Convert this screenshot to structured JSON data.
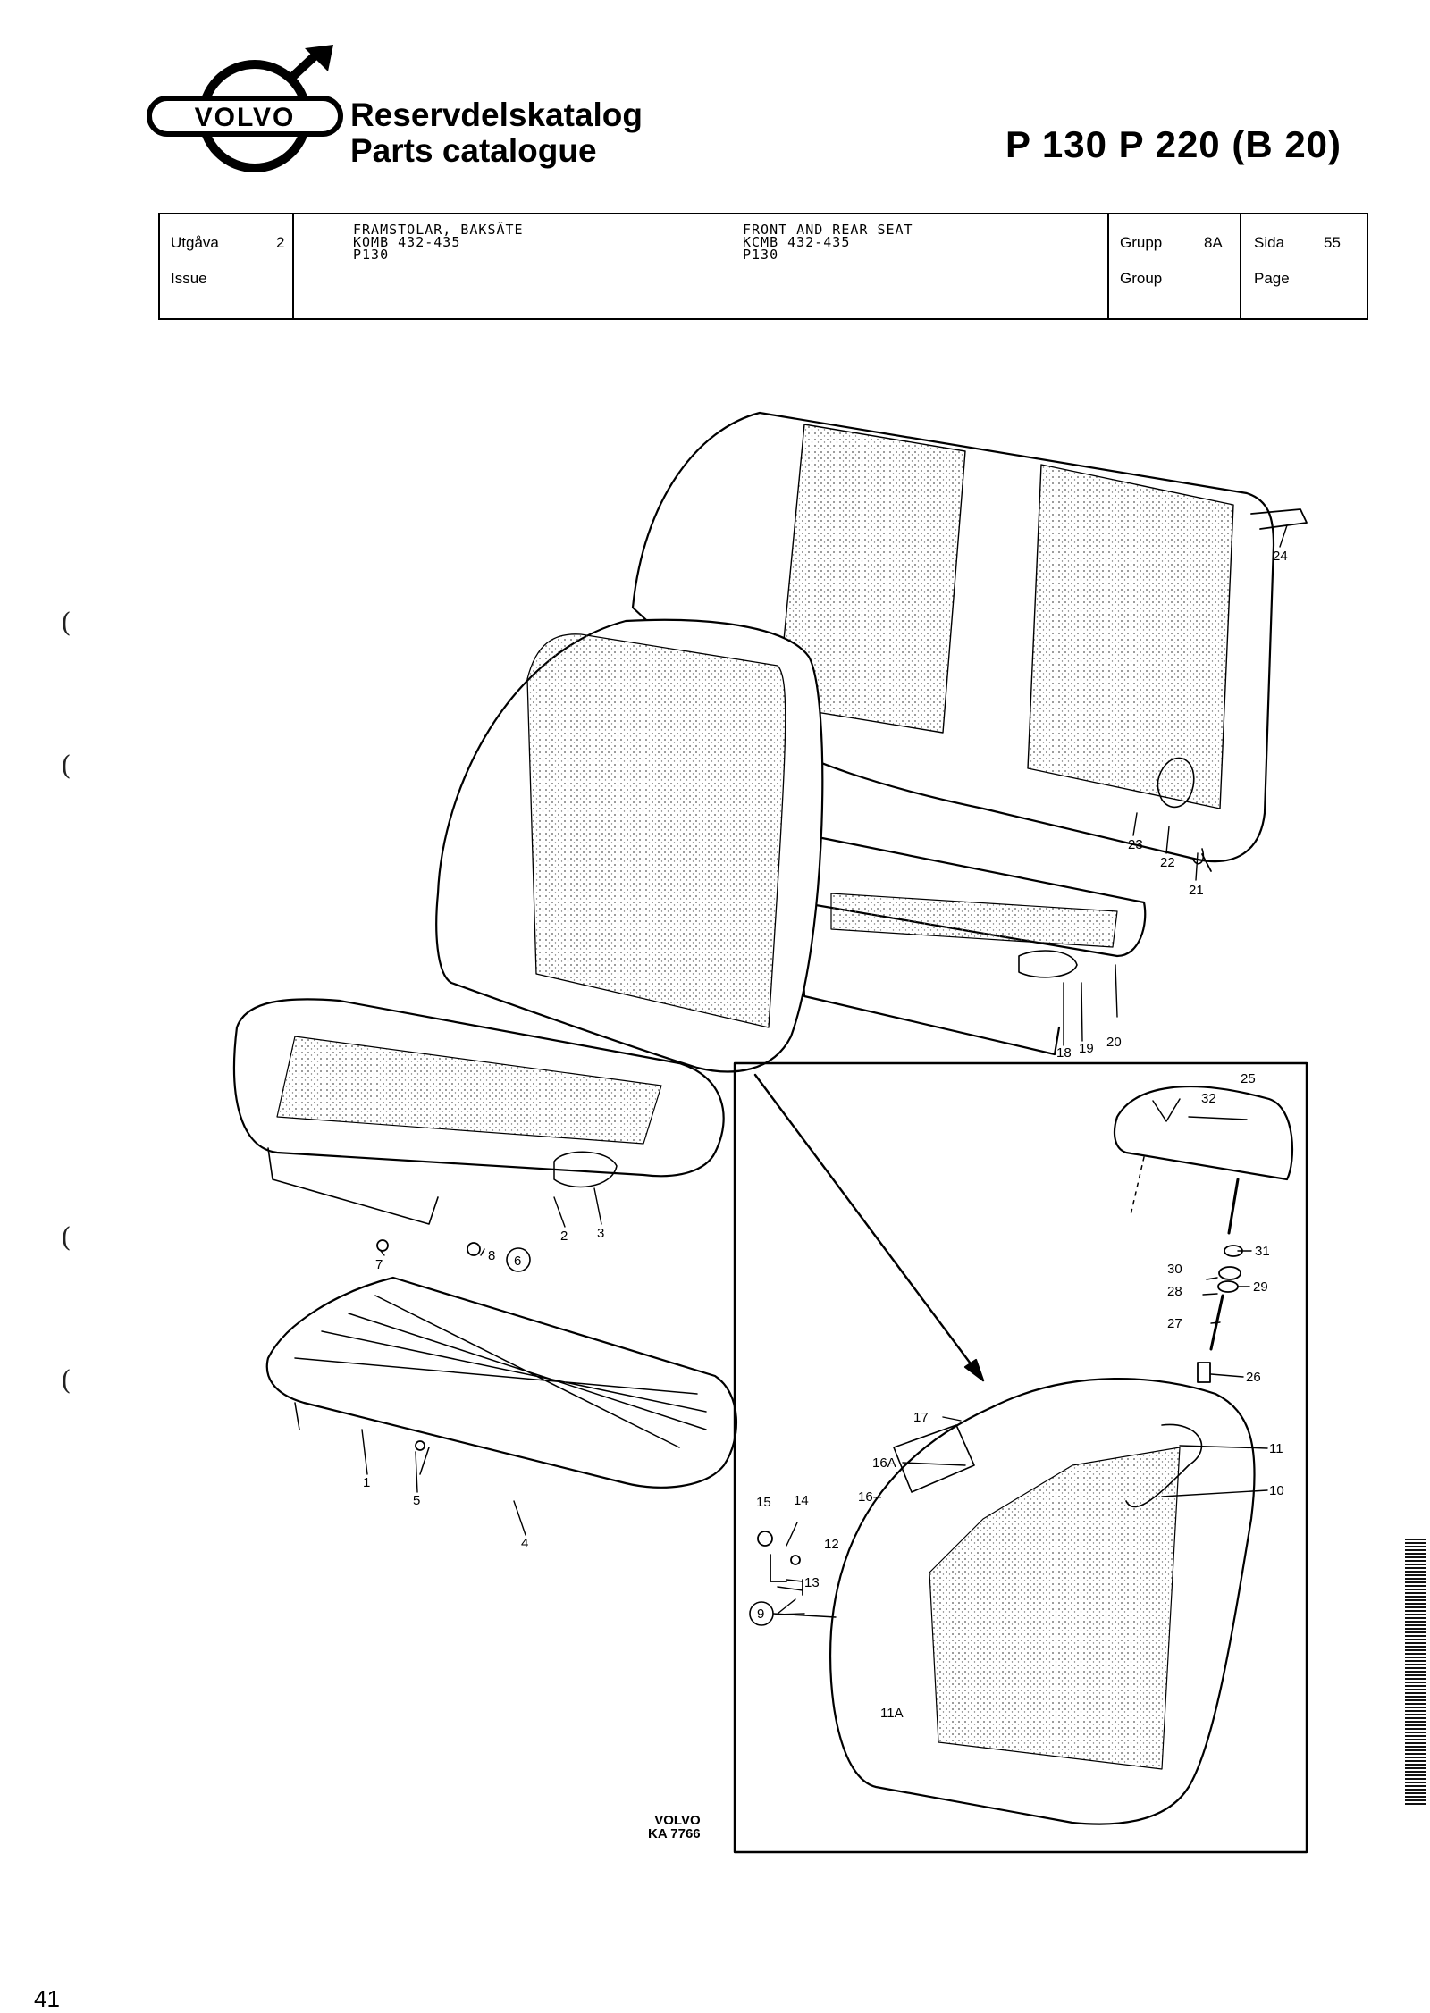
{
  "header": {
    "brand_logo": "VOLVO",
    "title_sv": "Reservdelskatalog",
    "title_en": "Parts catalogue",
    "models": "P 130  P 220 (B 20)"
  },
  "info": {
    "issue_label_sv": "Utgåva",
    "issue_label_en": "Issue",
    "issue_value": "2",
    "desc_sv": "FRAMSTOLAR, BAKSÄTE\nKOMB 432-435\nP130",
    "desc_en": "FRONT AND REAR SEAT\nKCMB 432-435\nP130",
    "group_label_sv": "Grupp",
    "group_label_en": "Group",
    "group_value": "8A",
    "page_label_sv": "Sida",
    "page_label_en": "Page",
    "page_value": "55"
  },
  "callouts": {
    "c1": "1",
    "c2": "2",
    "c3": "3",
    "c4": "4",
    "c5": "5",
    "c6": "6",
    "c7": "7",
    "c8": "8",
    "c9": "9",
    "c10": "10",
    "c11": "11",
    "c11a": "11A",
    "c12": "12",
    "c13": "13",
    "c14": "14",
    "c15": "15",
    "c16": "16--",
    "c16a": "16A",
    "c17": "17",
    "c18": "18",
    "c19": "19",
    "c20": "20",
    "c21": "21",
    "c22": "22",
    "c23": "23",
    "c24": "24",
    "c25": "25",
    "c26": "26",
    "c27": "27",
    "c28": "28",
    "c29": "29",
    "c30": "30",
    "c31": "31",
    "c32": "32"
  },
  "footer": {
    "code_line1": "VOLVO",
    "code_line2": "KA 7766",
    "page_number": "41"
  },
  "side_marks": [
    "(",
    "(",
    "(",
    "("
  ],
  "colors": {
    "ink": "#000000",
    "paper": "#ffffff"
  }
}
